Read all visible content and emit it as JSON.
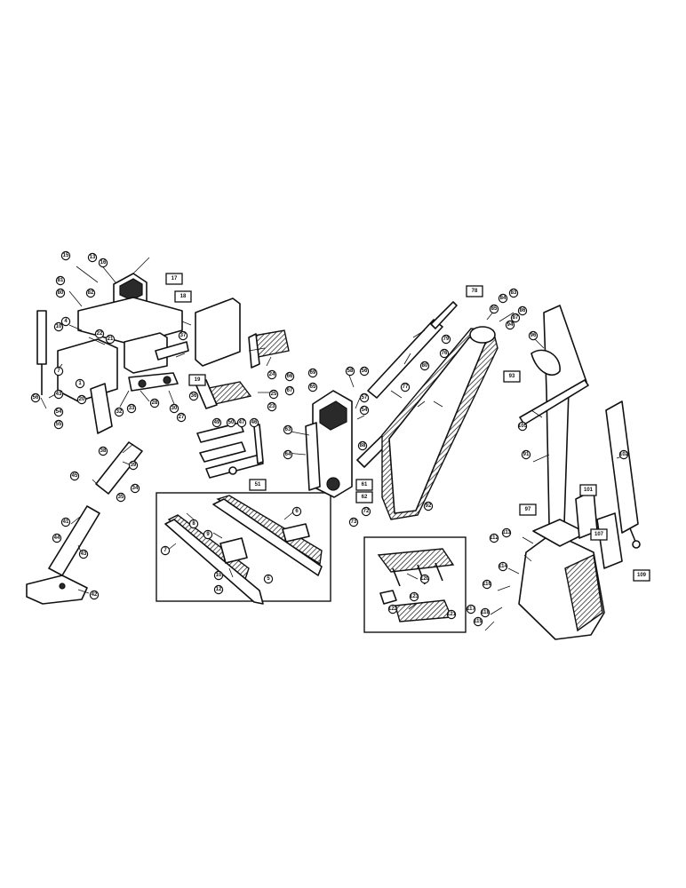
{
  "colors": {
    "ink": "#111111",
    "paper": "#ffffff"
  },
  "callouts": [
    {
      "id": "c1",
      "label": "15"
    },
    {
      "id": "c2",
      "label": "13"
    },
    {
      "id": "c3",
      "label": "16"
    },
    {
      "id": "c4",
      "label": "81"
    },
    {
      "id": "c5",
      "label": "80"
    },
    {
      "id": "c6",
      "label": "82"
    },
    {
      "id": "c7",
      "label": "10"
    },
    {
      "id": "c8",
      "label": "4"
    },
    {
      "id": "c9",
      "label": "22"
    },
    {
      "id": "c10",
      "label": "21"
    },
    {
      "id": "c11",
      "label": "7"
    },
    {
      "id": "c12",
      "label": "1"
    },
    {
      "id": "c13",
      "label": "43"
    },
    {
      "id": "c14",
      "label": "54"
    },
    {
      "id": "c15",
      "label": "55"
    },
    {
      "id": "c16",
      "label": "56"
    },
    {
      "id": "c17",
      "label": "20"
    },
    {
      "id": "c18",
      "label": "32"
    },
    {
      "id": "c19",
      "label": "33"
    },
    {
      "id": "c20",
      "label": "28"
    },
    {
      "id": "c21",
      "label": "27"
    },
    {
      "id": "c22",
      "label": "30"
    },
    {
      "id": "c23",
      "label": "36"
    },
    {
      "id": "c24",
      "label": "37"
    },
    {
      "id": "c25",
      "label": "25"
    },
    {
      "id": "c26",
      "label": "24"
    },
    {
      "id": "c27",
      "label": "23"
    },
    {
      "id": "c28",
      "label": "49"
    },
    {
      "id": "c29",
      "label": "50"
    },
    {
      "id": "c30",
      "label": "47"
    },
    {
      "id": "c31",
      "label": "46"
    },
    {
      "id": "c32",
      "label": "45"
    },
    {
      "id": "c33",
      "label": "38"
    },
    {
      "id": "c34",
      "label": "39"
    },
    {
      "id": "c35",
      "label": "35"
    },
    {
      "id": "c36",
      "label": "34"
    },
    {
      "id": "c37",
      "label": "41"
    },
    {
      "id": "c38",
      "label": "44"
    },
    {
      "id": "c39",
      "label": "43"
    },
    {
      "id": "c40",
      "label": "42"
    },
    {
      "id": "c41",
      "label": "6"
    },
    {
      "id": "c42",
      "label": "8"
    },
    {
      "id": "c43",
      "label": "9"
    },
    {
      "id": "c44",
      "label": "7"
    },
    {
      "id": "c45",
      "label": "10"
    },
    {
      "id": "c46",
      "label": "12"
    },
    {
      "id": "c47",
      "label": "5"
    },
    {
      "id": "c48",
      "label": "63"
    },
    {
      "id": "c49",
      "label": "64"
    },
    {
      "id": "c50",
      "label": "66"
    },
    {
      "id": "c51",
      "label": "67"
    },
    {
      "id": "c52",
      "label": "69"
    },
    {
      "id": "c53",
      "label": "65"
    },
    {
      "id": "c54",
      "label": "58"
    },
    {
      "id": "c55",
      "label": "56"
    },
    {
      "id": "c56",
      "label": "57"
    },
    {
      "id": "c57",
      "label": "54"
    },
    {
      "id": "c58",
      "label": "88"
    },
    {
      "id": "c59",
      "label": "77"
    },
    {
      "id": "c60",
      "label": "76"
    },
    {
      "id": "c61",
      "label": "79"
    },
    {
      "id": "c62",
      "label": "80"
    },
    {
      "id": "c63",
      "label": "72"
    },
    {
      "id": "c64",
      "label": "73"
    },
    {
      "id": "c65",
      "label": "83"
    },
    {
      "id": "c66",
      "label": "84"
    },
    {
      "id": "c67",
      "label": "85"
    },
    {
      "id": "c68",
      "label": "86"
    },
    {
      "id": "c69",
      "label": "87"
    },
    {
      "id": "c70",
      "label": "96"
    },
    {
      "id": "c71",
      "label": "94"
    },
    {
      "id": "c72",
      "label": "92"
    },
    {
      "id": "c73",
      "label": "91"
    },
    {
      "id": "c74",
      "label": "105"
    },
    {
      "id": "c75",
      "label": "102"
    },
    {
      "id": "c76",
      "label": "111"
    },
    {
      "id": "c77",
      "label": "112"
    },
    {
      "id": "c78",
      "label": "114"
    },
    {
      "id": "c79",
      "label": "116"
    },
    {
      "id": "c80",
      "label": "117"
    },
    {
      "id": "c81",
      "label": "118"
    },
    {
      "id": "c82",
      "label": "119"
    },
    {
      "id": "c83",
      "label": "120"
    },
    {
      "id": "c84",
      "label": "122"
    },
    {
      "id": "c85",
      "label": "123"
    },
    {
      "id": "c86",
      "label": "121"
    }
  ],
  "box_refs": [
    {
      "id": "b1",
      "label": "17"
    },
    {
      "id": "b2",
      "label": "18"
    },
    {
      "id": "b3",
      "label": "19"
    },
    {
      "id": "b4",
      "label": "51"
    },
    {
      "id": "b5",
      "label": "78"
    },
    {
      "id": "b6",
      "label": "93"
    },
    {
      "id": "b7",
      "label": "61"
    },
    {
      "id": "b8",
      "label": "62"
    },
    {
      "id": "b9",
      "label": "97"
    },
    {
      "id": "b10",
      "label": "101"
    },
    {
      "id": "b11",
      "label": "107"
    },
    {
      "id": "b12",
      "label": "109"
    }
  ]
}
